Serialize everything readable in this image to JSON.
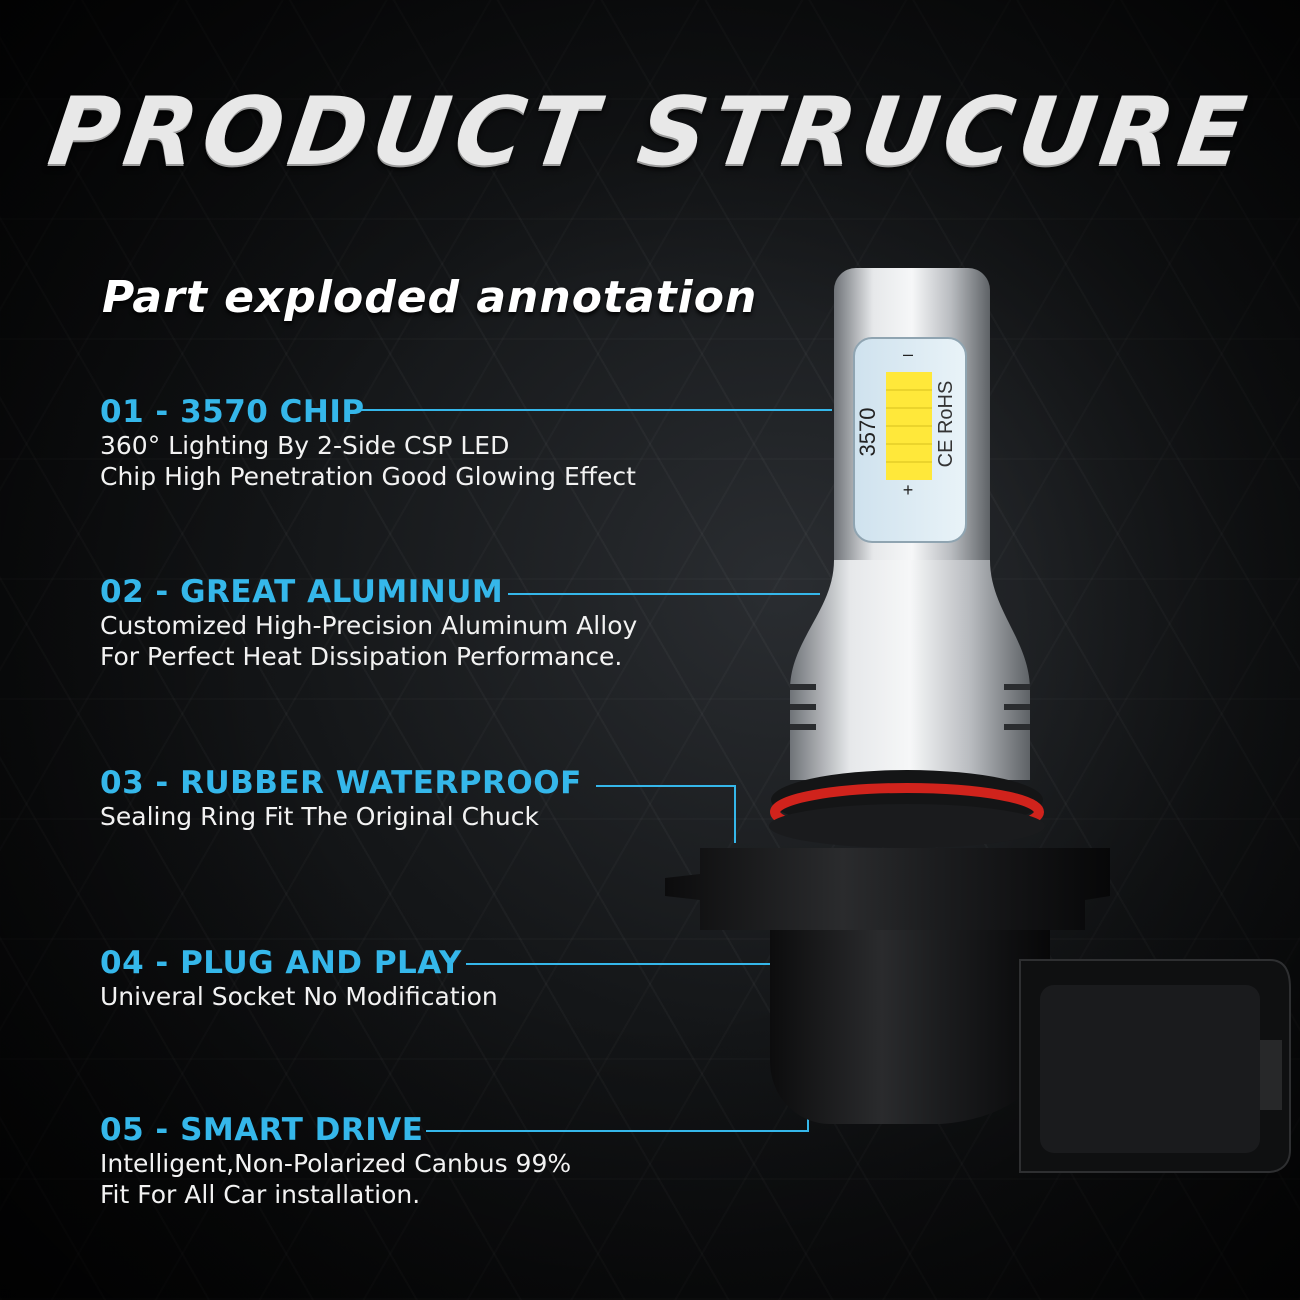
{
  "header": {
    "title": "PRODUCT STRUCURE",
    "subtitle": "Part exploded annotation"
  },
  "features": [
    {
      "heading": "01 - 3570 CHIP",
      "lines": [
        "360° Lighting By 2-Side CSP LED",
        "Chip High Penetration Good Glowing Effect"
      ]
    },
    {
      "heading": "02 - GREAT ALUMINUM",
      "lines": [
        "Customized High-Precision Aluminum Alloy",
        "For Perfect Heat Dissipation Performance."
      ]
    },
    {
      "heading": "03 - RUBBER WATERPROOF",
      "lines": [
        "Sealing Ring Fit The Original Chuck"
      ]
    },
    {
      "heading": "04 - PLUG AND PLAY",
      "lines": [
        "Univeral Socket No Modification"
      ]
    },
    {
      "heading": "05 - SMART DRIVE",
      "lines": [
        "Intelligent,Non-Polarized Canbus 99%",
        "Fit For All Car installation."
      ]
    }
  ],
  "chip": {
    "model": "3570",
    "marks": "CE RoHS",
    "plus": "+",
    "minus": "–"
  },
  "colors": {
    "accent": "#35b7ea",
    "seal": "#d0231c",
    "chip": "#ffe83a"
  }
}
